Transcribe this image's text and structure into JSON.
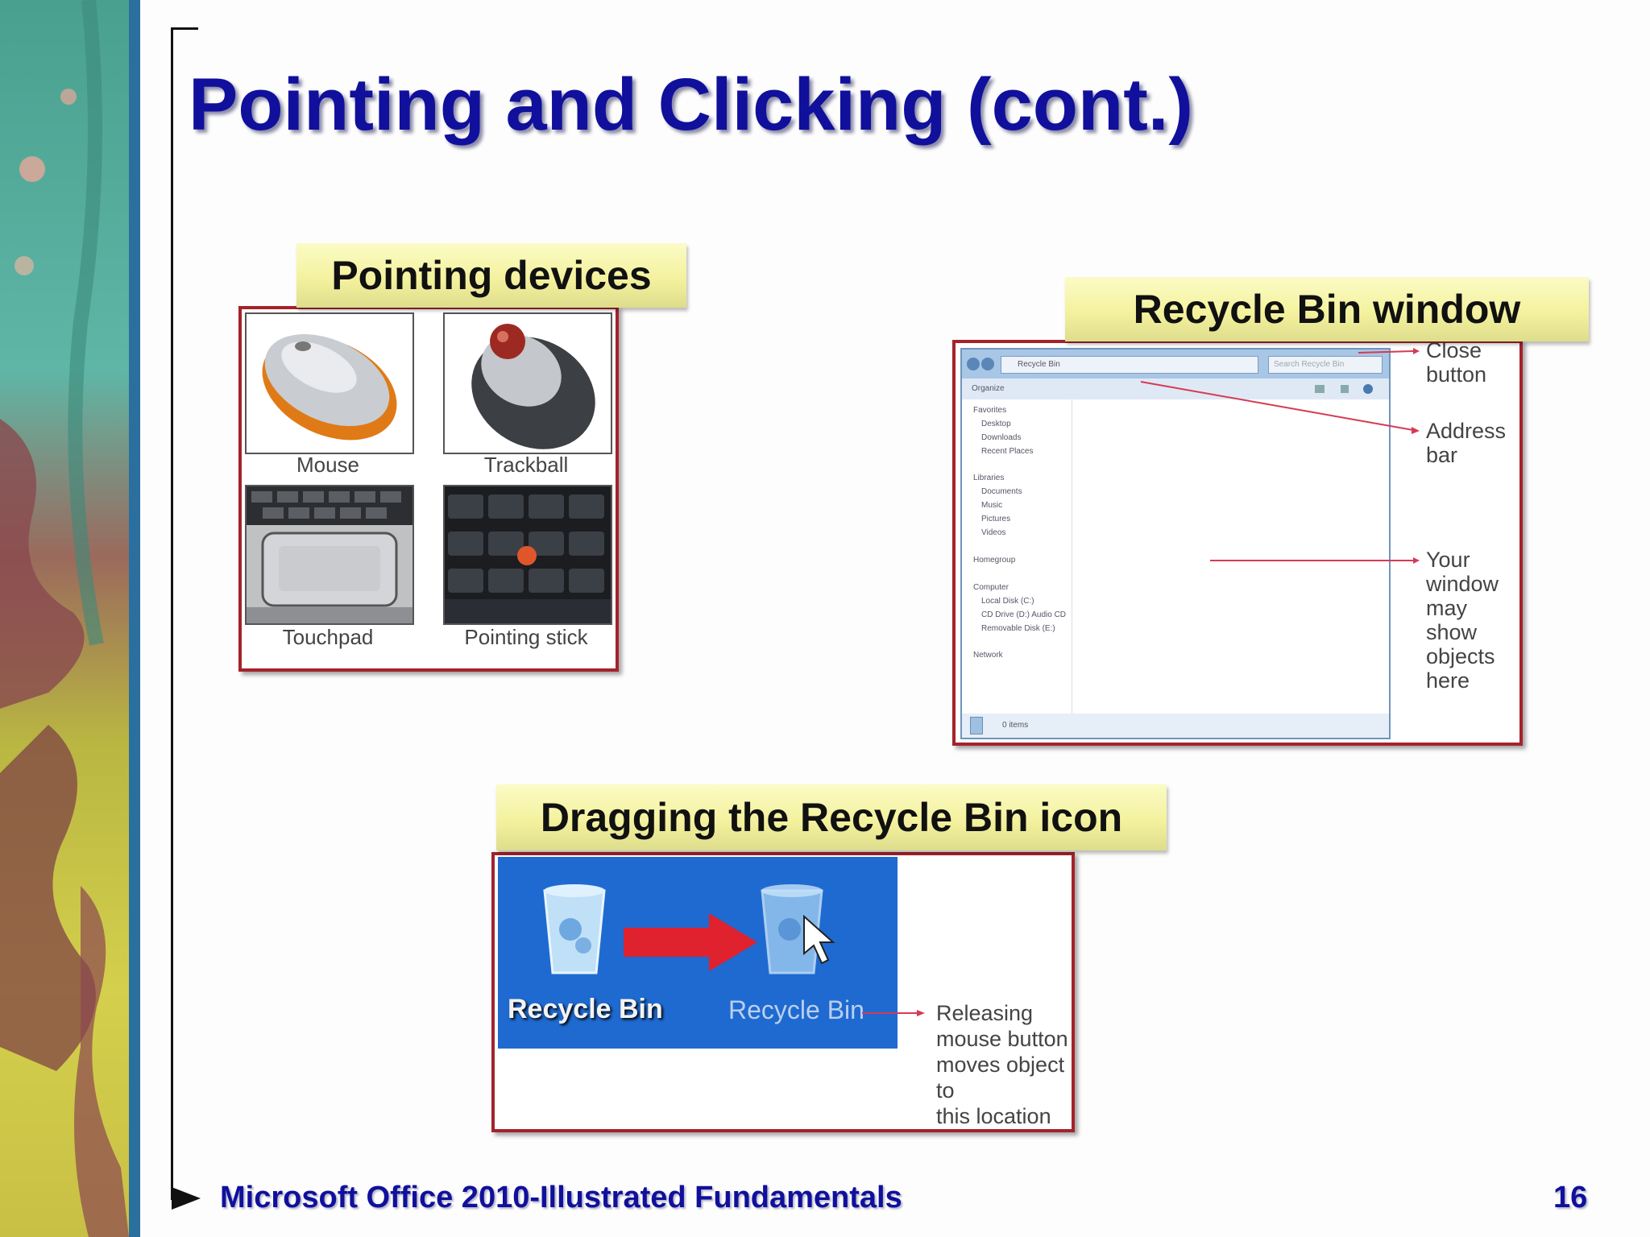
{
  "slide": {
    "title": "Pointing and Clicking (cont.)",
    "footer": "Microsoft Office 2010-Illustrated Fundamentals",
    "page_number": "16"
  },
  "pointing_devices": {
    "caption": "Pointing devices",
    "labels": [
      "Mouse",
      "Trackball",
      "Touchpad",
      "Pointing stick"
    ]
  },
  "recycle_window": {
    "caption": "Recycle Bin window",
    "annotations": {
      "close_button": [
        "Close",
        "button"
      ],
      "address_bar": "Address bar",
      "objects": [
        "Your window",
        "may show",
        "objects here"
      ]
    },
    "nav_items": [
      "Favorites",
      "Desktop",
      "Downloads",
      "Recent Places",
      "Libraries",
      "Documents",
      "Music",
      "Pictures",
      "Videos",
      "Homegroup",
      "Computer",
      "Local Disk (C:)",
      "CD Drive (D:) Audio CD",
      "Removable Disk (E:)",
      "Network"
    ],
    "status": "0 items",
    "address_text": "Recycle Bin",
    "search_placeholder": "Search Recycle Bin",
    "organize": "Organize"
  },
  "dragging": {
    "caption": "Dragging the Recycle Bin icon",
    "icon_label_1": "Recycle Bin",
    "icon_label_2": "Recycle Bin",
    "annotation": [
      "Releasing",
      "mouse button",
      "moves object to",
      "this location"
    ]
  },
  "colors": {
    "title_blue": "#10109c",
    "frame_red": "#a3232b",
    "caption_yellow": "#f4f29e",
    "desktop_blue": "#1f6ad0",
    "drag_arrow_red": "#e0212e"
  }
}
